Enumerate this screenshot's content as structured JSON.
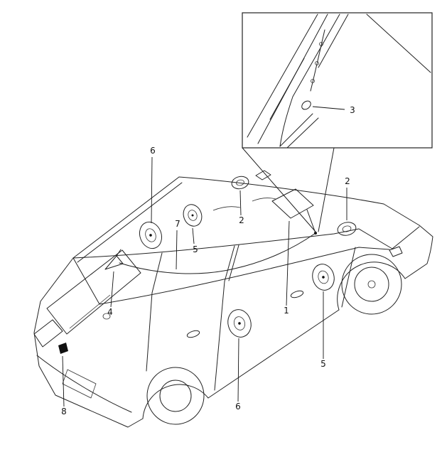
{
  "palette": {
    "line": "#222222",
    "background": "#ffffff",
    "fill_black": "#111111"
  },
  "callouts": [
    {
      "id": "c6-upper",
      "label": "6"
    },
    {
      "id": "c7",
      "label": "7"
    },
    {
      "id": "c5-upper",
      "label": "5"
    },
    {
      "id": "c2-roof",
      "label": "2"
    },
    {
      "id": "c2-side",
      "label": "2"
    },
    {
      "id": "c1",
      "label": "1"
    },
    {
      "id": "c4",
      "label": "4"
    },
    {
      "id": "c5-side",
      "label": "5"
    },
    {
      "id": "c6-lower",
      "label": "6"
    },
    {
      "id": "c8",
      "label": "8"
    },
    {
      "id": "c3",
      "label": "3"
    }
  ]
}
